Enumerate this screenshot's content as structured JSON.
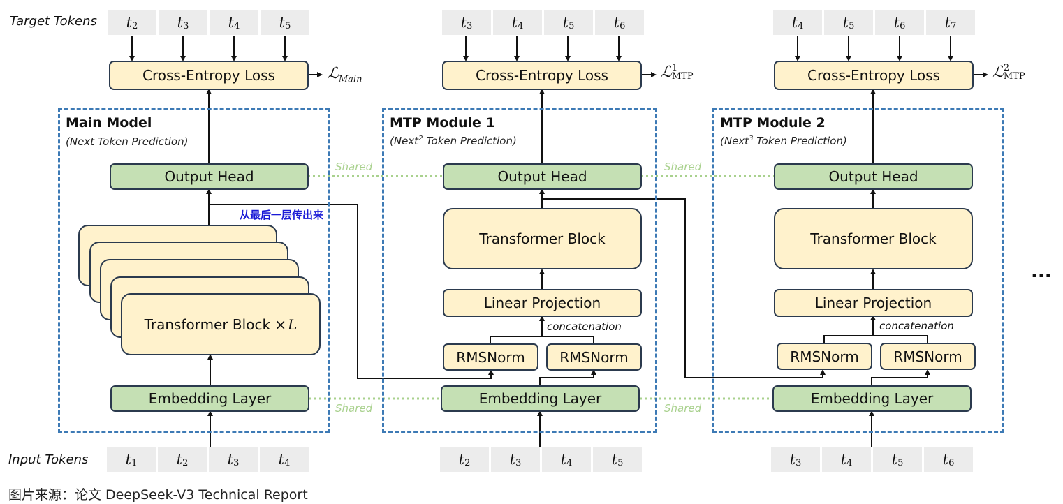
{
  "row_labels": {
    "target": "Target Tokens",
    "input": "Input Tokens"
  },
  "columns": [
    {
      "id": "main",
      "title": "Main Model",
      "subtitle_pre": "(Next Token Prediction)",
      "subtitle_sup": "",
      "subtitle_post": "",
      "target_tokens": [
        "2",
        "3",
        "4",
        "5"
      ],
      "input_tokens": [
        "1",
        "2",
        "3",
        "4"
      ],
      "loss_label": "Cross-Entropy Loss",
      "loss_symbol": "ℒ",
      "loss_sub": "Main",
      "loss_sup": "",
      "output_head": "Output Head",
      "transformer_block": "Transformer Block × ",
      "transformer_var": "L",
      "embedding": "Embedding Layer"
    },
    {
      "id": "mtp1",
      "title": "MTP Module 1",
      "subtitle_pre": "(Next",
      "subtitle_sup": "2",
      "subtitle_post": " Token Prediction)",
      "target_tokens": [
        "3",
        "4",
        "5",
        "6"
      ],
      "input_tokens": [
        "2",
        "3",
        "4",
        "5"
      ],
      "loss_label": "Cross-Entropy Loss",
      "loss_symbol": "ℒ",
      "loss_sub": "MTP",
      "loss_sup": "1",
      "output_head": "Output Head",
      "transformer_block": "Transformer Block",
      "linear_projection": "Linear Projection",
      "concatenation": "concatenation",
      "rmsnorm_left": "RMSNorm",
      "rmsnorm_right": "RMSNorm",
      "embedding": "Embedding Layer"
    },
    {
      "id": "mtp2",
      "title": "MTP Module 2",
      "subtitle_pre": "(Next",
      "subtitle_sup": "3",
      "subtitle_post": " Token Prediction)",
      "target_tokens": [
        "4",
        "5",
        "6",
        "7"
      ],
      "input_tokens": [
        "3",
        "4",
        "5",
        "6"
      ],
      "loss_label": "Cross-Entropy Loss",
      "loss_symbol": "ℒ",
      "loss_sub": "MTP",
      "loss_sup": "2",
      "output_head": "Output Head",
      "transformer_block": "Transformer Block",
      "linear_projection": "Linear Projection",
      "concatenation": "concatenation",
      "rmsnorm_left": "RMSNorm",
      "rmsnorm_right": "RMSNorm",
      "embedding": "Embedding Layer"
    }
  ],
  "token_symbol": "t",
  "shared_label": "Shared",
  "annotation": "从最后一层传出来",
  "ellipsis": "...",
  "caption": "图片来源：论文 DeepSeek-V3 Technical Report",
  "colors": {
    "module_border": "#3d7ab5",
    "yellow_fill": "#fff2cc",
    "green_fill": "#c5e0b4",
    "shared_line": "#a9d18e",
    "annotation": "#1a1ad6",
    "token_bg": "#ececec"
  }
}
